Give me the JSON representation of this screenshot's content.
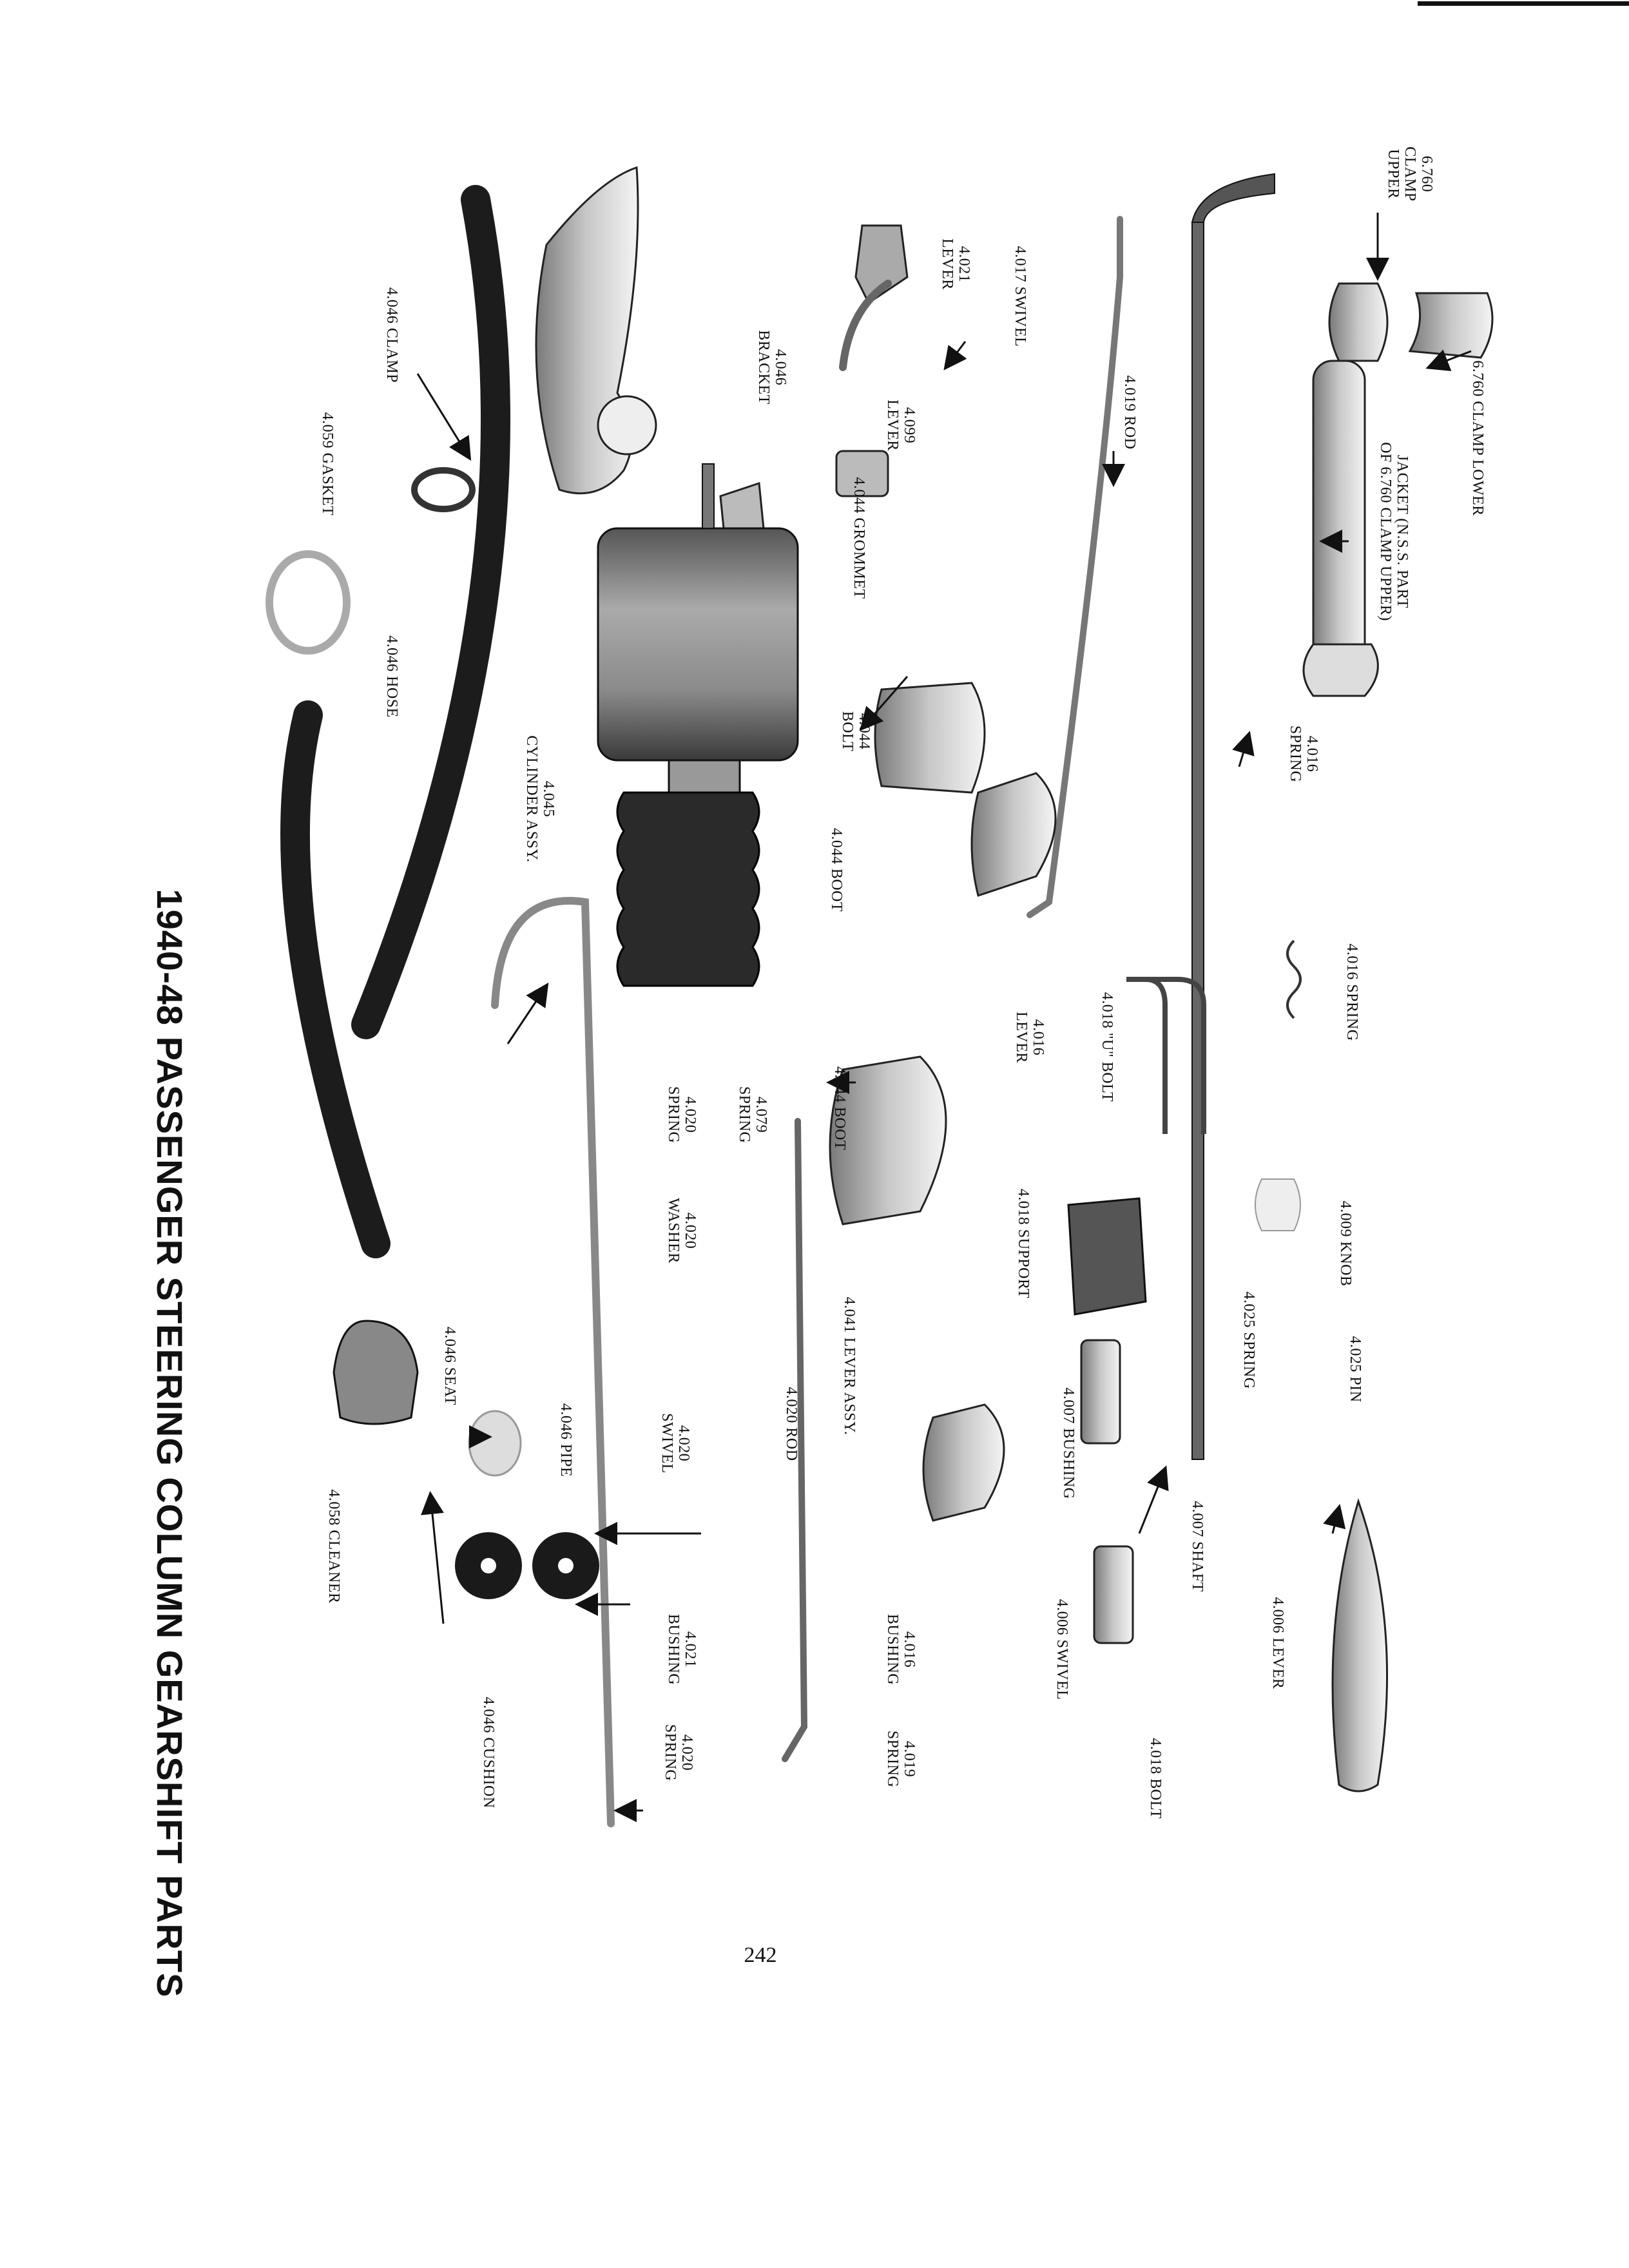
{
  "title": "1940-48 PASSENGER STEERING COLUMN GEARSHIFT PARTS",
  "page_number": "242",
  "labels": {
    "clamp_upper": "6.760\nCLAMP\nUPPER",
    "clamp_lower": "6.760 CLAMP LOWER",
    "jacket": "JACKET (N.S.S. PART\nOF 6.760 CLAMP UPPER)",
    "spring_4016_small": "4.016\nSPRING",
    "rod_4019": "4.019 ROD",
    "swivel_4017": "4.017 SWIVEL",
    "lever_4021": "4.021\nLEVER",
    "lever_4099": "4.099\nLEVER",
    "grommet_4044": "4.044 GROMMET",
    "bolt_4044": "4.044\nBOLT",
    "bracket_4046": "4.046\nBRACKET",
    "cylinder_4045": "4.045\nCYLINDER ASSY.",
    "clamp_4046": "4.046 CLAMP",
    "gasket_4059": "4.059 GASKET",
    "hose_4046": "4.046 HOSE",
    "spring_4016": "4.016 SPRING",
    "u_bolt_4018": "4.018 \"U\" BOLT",
    "lever_4016": "4.016\nLEVER",
    "boot_4044_top": "4.044 BOOT",
    "boot_4044_bottom": "4.044 BOOT",
    "knob_4009": "4.009 KNOB",
    "support_4018": "4.018 SUPPORT",
    "spring_4079": "4.079\nSPRING",
    "spring_4020_top": "4.020\nSPRING",
    "washer_4020": "4.020\nWASHER",
    "pin_4025": "4.025 PIN",
    "spring_4025": "4.025 SPRING",
    "bushing_4007": "4.007 BUSHING",
    "lever_assy_4041": "4.041 LEVER ASSY.",
    "rod_4020": "4.020 ROD",
    "swivel_4020": "4.020\nSWIVEL",
    "pipe_4046": "4.046 PIPE",
    "seat_4046": "4.046 SEAT",
    "lever_4006": "4.006 LEVER",
    "shaft_4007": "4.007 SHAFT",
    "swivel_4006": "4.006 SWIVEL",
    "bushing_4016": "4.016\nBUSHING",
    "bushing_4021": "4.021\nBUSHING",
    "cushion_4046": "4.046 CUSHION",
    "cleaner_4058": "4.058 CLEANER",
    "bolt_4018": "4.018 BOLT",
    "spring_4019": "4.019\nSPRING",
    "spring_4020_bottom": "4.020\nSPRING"
  }
}
